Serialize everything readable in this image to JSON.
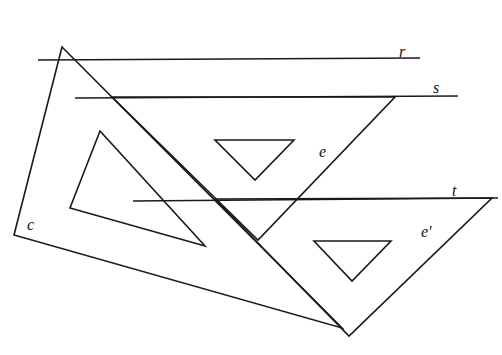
{
  "diagram": {
    "labels": [
      "r",
      "s",
      "t",
      "e",
      "e'",
      "c"
    ]
  }
}
